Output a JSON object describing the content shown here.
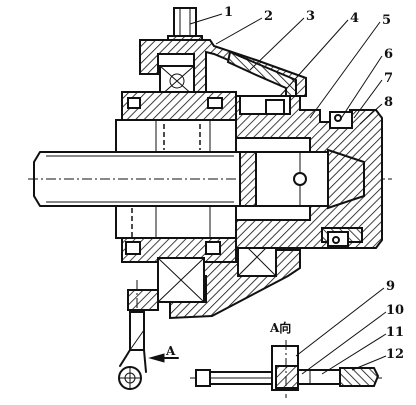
{
  "callouts": [
    "1",
    "2",
    "3",
    "4",
    "5",
    "6",
    "7",
    "8",
    "9",
    "10",
    "11",
    "12"
  ],
  "view_label": "A向",
  "section_label": "A"
}
